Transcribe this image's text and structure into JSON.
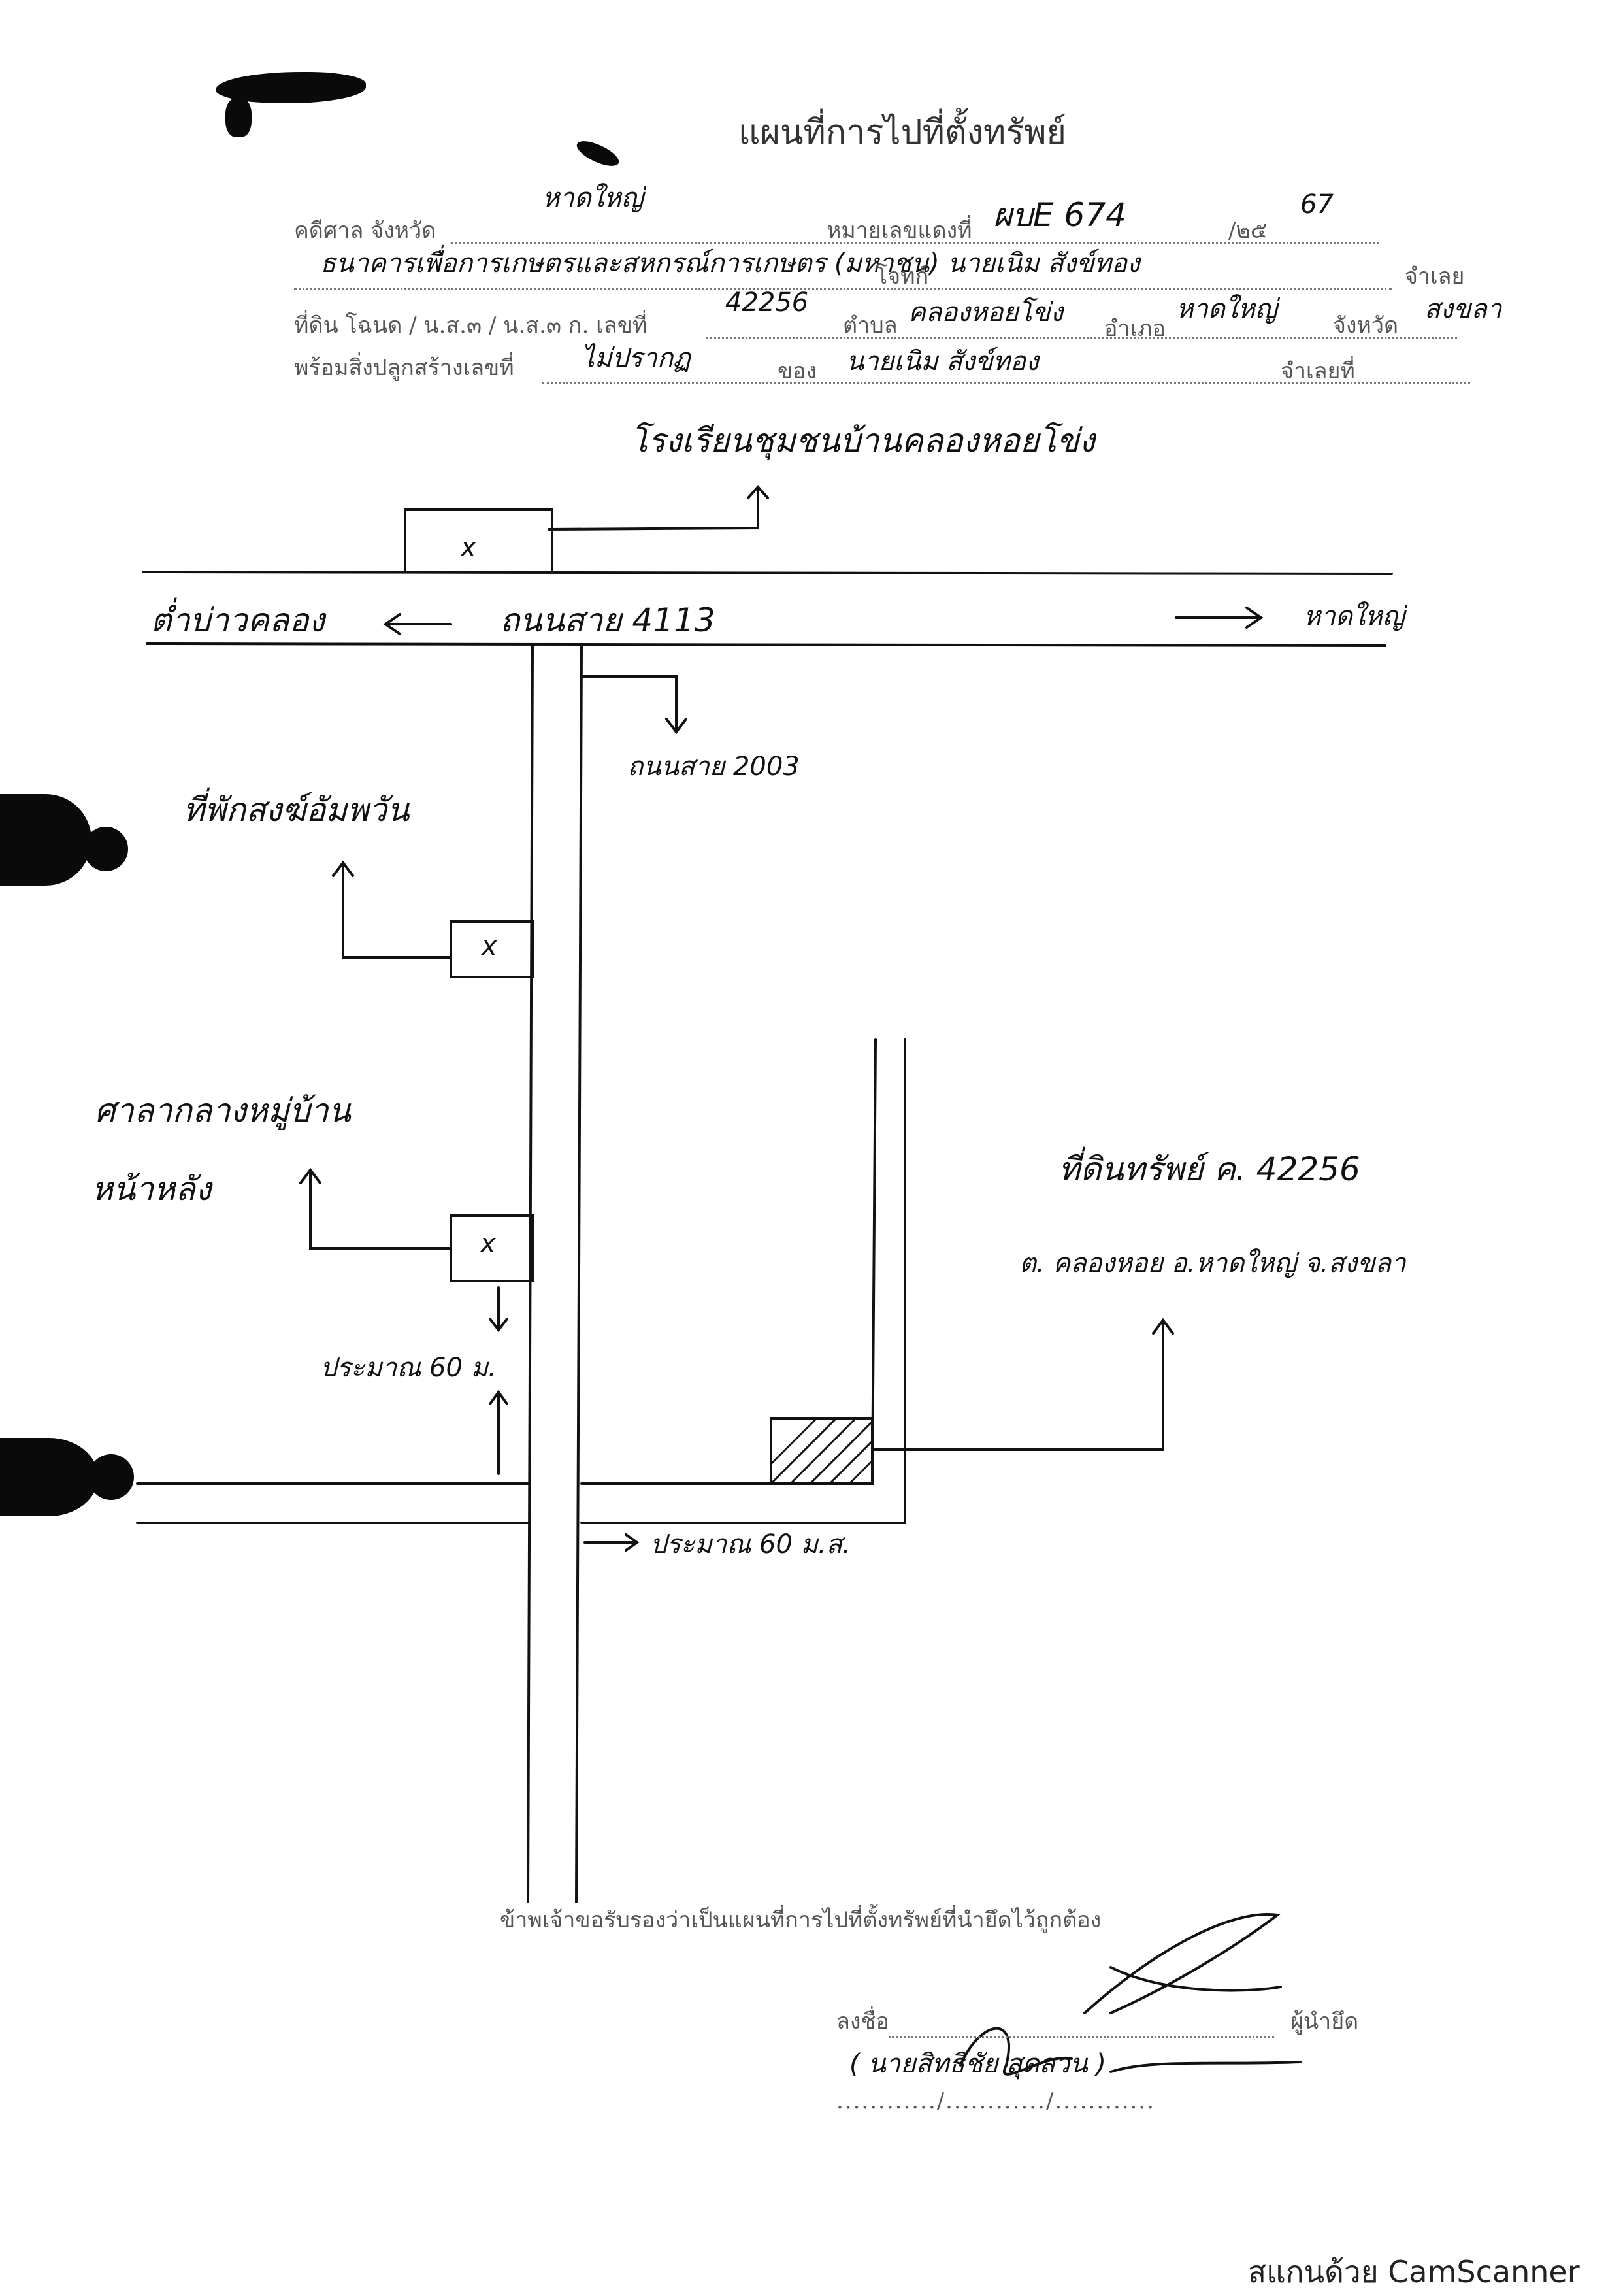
{
  "document": {
    "title": "แผนที่การไปที่ตั้งทรัพย์",
    "header_fields": {
      "court_label": "คดีศาล จังหวัด",
      "court_value": "หาดใหญ่",
      "black_case_label": "หมายเลขแดงที่",
      "black_case_value": "ผบE 674",
      "year_label": "/๒๕",
      "year_value": "67",
      "plaintiff_value": "ธนาคารเพื่อการเกษตรและสหกรณ์การเกษตร (มหาชน)",
      "plaintiff_label": "โจทก์",
      "defendant_value": "นายเนิม สังข์ทอง",
      "defendant_label": "จำเลย",
      "land_label": "ที่ดิน โฉนด / น.ส.๓ / น.ส.๓ ก. เลขที่",
      "land_number": "42256",
      "subdistrict_label": "ตำบล",
      "subdistrict_value": "คลองหอยโข่ง",
      "district_label": "อำเภอ",
      "district_value": "หาดใหญ่",
      "province_label": "จังหวัด",
      "province_value": "สงขลา",
      "building_label": "พร้อมสิ่งปลูกสร้างเลขที่",
      "building_value": "ไม่ปรากฏ",
      "owner_label": "ของ",
      "owner_value": "นายเนิม สังข์ทอง",
      "defendant_no_label": "จำเลยที่"
    },
    "map": {
      "landmark_school": "โรงเรียนชุมชนบ้านคลองหอยโข่ง",
      "left_direction": "ต่ำบ่าวคลอง",
      "highway_label": "ถนนสาย 4113",
      "right_direction": "หาดใหญ่",
      "side_road_label": "ถนนสาย 2003",
      "landmark_temple": "ที่พักสงฆ์อัมพวัน",
      "landmark_hall_line1": "ศาลากลางหมู่บ้าน",
      "landmark_hall_line2": "หน้าหลัง",
      "distance_vertical": "ประมาณ 60 ม.",
      "distance_horizontal": "ประมาณ 60 ม.ส.",
      "property_line1": "ที่ดินทรัพย์ ค. 42256",
      "property_line2": "ต. คลองหอย อ.หาดใหญ่ จ.สงขลา",
      "x_mark": "x"
    },
    "certification": "ข้าพเจ้าขอรับรองว่าเป็นแผนที่การไปที่ตั้งทรัพย์ที่นำยึดไว้ถูกต้อง",
    "sign_label": "ลงชื่อ",
    "signer_role": "ผู้นำยึด",
    "signer_name": "( นายสิทธิชัย สุดสวน )",
    "date_line": "............/............/............"
  },
  "footer": "สแกนด้วย CamScanner"
}
